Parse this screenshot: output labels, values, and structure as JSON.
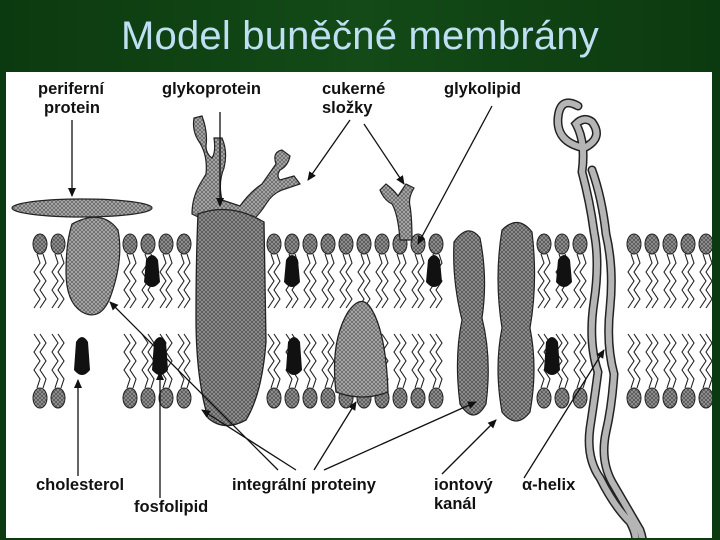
{
  "slide": {
    "title": "Model buněčné membrány"
  },
  "labels": {
    "periferni_1": "periferní",
    "periferni_2": "protein",
    "glykoprotein": "glykoprotein",
    "cukerne_1": "cukerné",
    "cukerne_2": "složky",
    "glykolipid": "glykolipid",
    "cholesterol": "cholesterol",
    "fosfolipid": "fosfolipid",
    "integralni": "integrální proteiny",
    "iontovy_1": "iontový",
    "iontovy_2": "kanál",
    "helix_prefix": "α",
    "helix_suffix": "-helix"
  }
}
